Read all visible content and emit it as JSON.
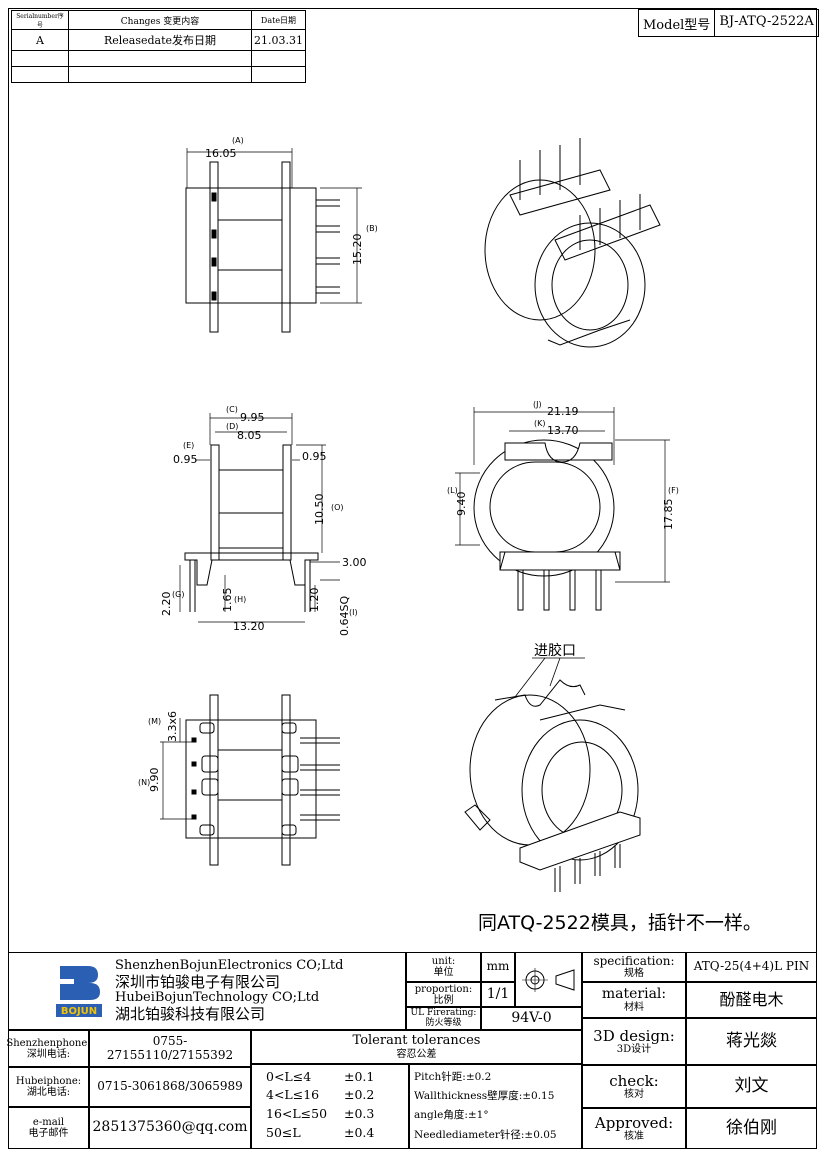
{
  "revision_table": {
    "headers": [
      "Serialnumber序号",
      "Changes 变更内容",
      "Date日期"
    ],
    "rows": [
      [
        "A",
        "Releasedate发布日期",
        "21.03.31"
      ],
      [
        "",
        "",
        ""
      ],
      [
        "",
        "",
        ""
      ]
    ]
  },
  "model": {
    "label": "Model型号",
    "value": "BJ-ATQ-2522A"
  },
  "dimensions": {
    "top_view": {
      "a_label": "(A)",
      "a": "16.05",
      "b_label": "(B)",
      "b": "15.20"
    },
    "side_view": {
      "c_label": "(C)",
      "c": "9.95",
      "d_label": "(D)",
      "d": "8.05",
      "e_label": "(E)",
      "e": "0.95",
      "e2": "0.95",
      "o_label": "(O)",
      "o": "10.50",
      "g_label": "(G)",
      "g": "2.20",
      "h_label": "(H)",
      "h": "1.65",
      "i_label": "(I)",
      "i": "0.64SQ",
      "j": "1.20",
      "k": "3.00",
      "bottom": "13.20"
    },
    "front_view": {
      "j_label": "(J)",
      "j": "21.19",
      "k_label": "(K)",
      "k": "13.70",
      "l_label": "(L)",
      "l": "9.40",
      "f_label": "(F)",
      "f": "17.85"
    },
    "bottom_view": {
      "m_label": "(M)",
      "m": "3.3x6",
      "n_label": "(N)",
      "n": "9.90"
    }
  },
  "gate_label": "进胶口",
  "note": "同ATQ-2522模具，插针不一样。",
  "title_block": {
    "company": {
      "line1": "ShenzhenBojunElectronics CO;Ltd",
      "line2": "深圳市铂骏电子有限公司",
      "line3": "HubeiBojunTechnology CO;Ltd",
      "line4": "湖北铂骏科技有限公司",
      "logo_text": "BOJUN"
    },
    "unit": {
      "label": "unit:",
      "label_cn": "单位",
      "value": "mm"
    },
    "proportion": {
      "label": "proportion:",
      "label_cn": "比例",
      "value": "1/1"
    },
    "ul": {
      "label": "UL Firerating:",
      "label_cn": "防火等级",
      "value": "94V-0"
    },
    "specification": {
      "label": "specification:",
      "label_cn": "规格",
      "value": "ATQ-25(4+4)L PIN"
    },
    "material": {
      "label": "material:",
      "label_cn": "材料",
      "value": "酚醛电木"
    },
    "design": {
      "label": "3D design:",
      "label_cn": "3D设计",
      "value": "蒋光燚"
    },
    "check": {
      "label": "check:",
      "label_cn": "核对",
      "value": "刘文"
    },
    "approved": {
      "label": "Approved:",
      "label_cn": "核准",
      "value": "徐伯刚"
    },
    "contacts": [
      {
        "label": "Shenzhenphone:",
        "label_cn": "深圳电话:",
        "value": "0755-27155110/27155392"
      },
      {
        "label": "Hubeiphone:",
        "label_cn": "湖北电话:",
        "value": "0715-3061868/3065989"
      },
      {
        "label": "e-mail",
        "label_cn": "电子邮件",
        "value": "2851375360@qq.com"
      }
    ],
    "tolerances": {
      "title": "Tolerant tolerances",
      "title_cn": "容忍公差",
      "ranges": [
        {
          "range": "0<L≤4",
          "tol": "±0.1"
        },
        {
          "range": "4<L≤16",
          "tol": "±0.2"
        },
        {
          "range": "16<L≤50",
          "tol": "±0.3"
        },
        {
          "range": "50≤L",
          "tol": "±0.4"
        }
      ],
      "notes": [
        "Pitch针距:±0.2",
        "Wallthickness壁厚度:±0.15",
        "angle角度:±1°",
        "Needlediameter针径:±0.05"
      ]
    }
  }
}
